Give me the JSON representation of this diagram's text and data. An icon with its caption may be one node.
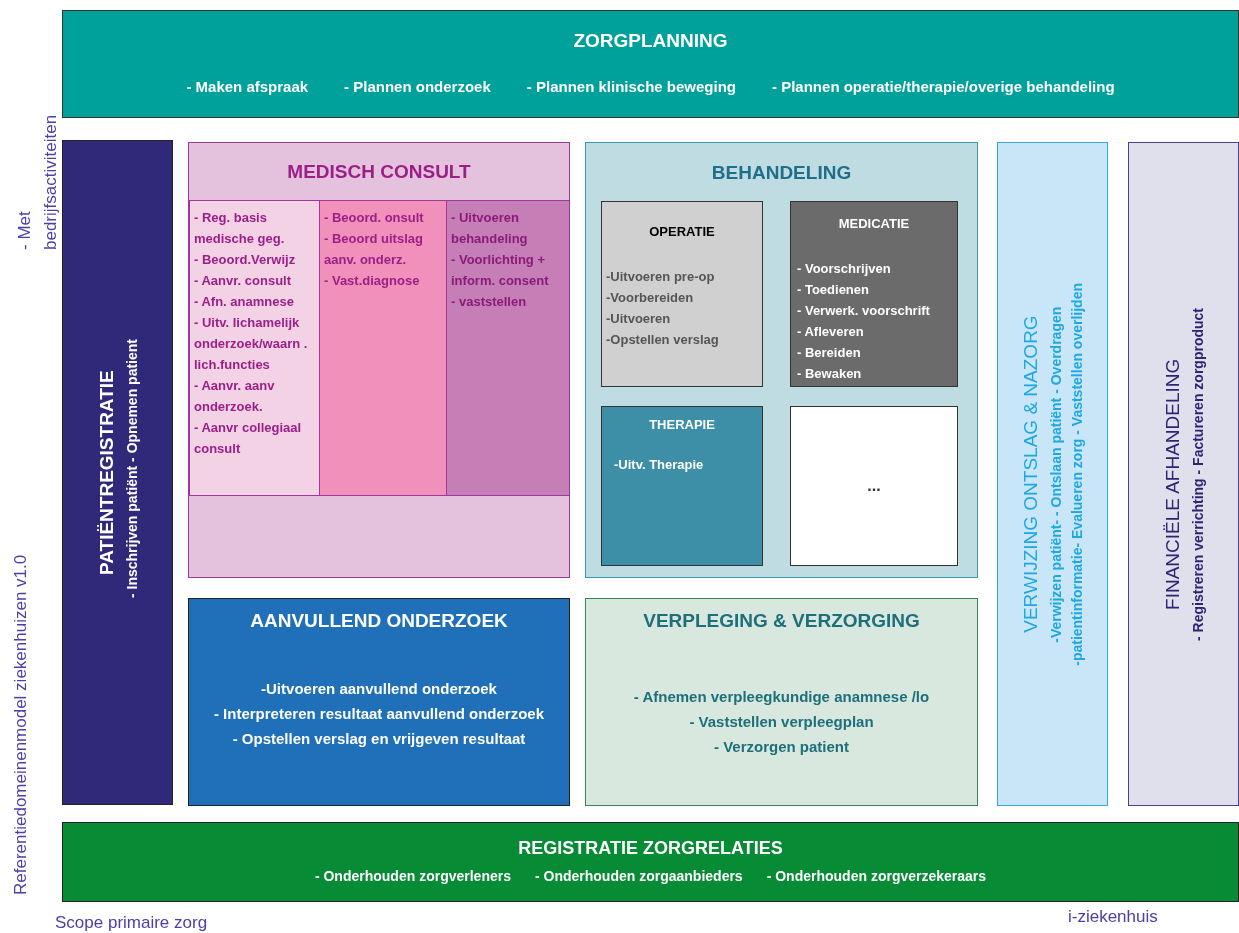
{
  "diagram": {
    "nodes": [
      {
        "text": [
          "ZORGPLANNING",
          "- Maken afspraak",
          "- Plannen onderzoek",
          "- Plannen klinische beweging",
          "-  Plannen operatie/therapie/overige behandeling"
        ]
      },
      {
        "text": [
          "PATIËNTREGISTRATIE",
          "- Inschrijven patiënt - Opnemen patient"
        ]
      },
      {
        "text": [
          "MEDISCH CONSULT"
        ]
      },
      {
        "text": [
          "- Reg. basis medische geg.",
          "- Beoord.Verwijz",
          "- Aanvr. consult",
          "- Afn. anamnese",
          "- Uitv. lichamelijk onderzoek/waarn . lich.functies",
          "- Aanvr. aanv onderzoek.",
          "- Aanvr collegiaal consult"
        ],
        "in": 2
      },
      {
        "text": [
          "- Beoord. onsult",
          "- Beoord uitslag aanv. onderz.",
          "- Vast.diagnose"
        ],
        "in": 2
      },
      {
        "text": [
          "- Uitvoeren behandeling",
          "- Voorlichting + inform. consent",
          "- vaststellen"
        ],
        "in": 2
      },
      {
        "text": [
          "BEHANDELING"
        ]
      },
      {
        "text": [
          "OPERATIE",
          "-Uitvoeren pre-op",
          "-Voorbereiden",
          "-Uitvoeren",
          "-Opstellen verslag"
        ],
        "in": 6
      },
      {
        "text": [
          "MEDICATIE",
          "- Voorschrijven",
          "- Toedienen",
          "- Verwerk. voorschrift",
          "- Afleveren",
          "- Bereiden",
          "- Bewaken"
        ],
        "in": 6
      },
      {
        "text": [
          "THERAPIE",
          "-Uitv. Therapie"
        ],
        "in": 6
      },
      {
        "text": [
          "..."
        ],
        "in": 6
      },
      {
        "text": [
          "AANVULLEND ONDERZOEK",
          "-Uitvoeren aanvullend onderzoek",
          "- Interpreteren resultaat aanvullend onderzoek",
          "- Opstellen verslag en vrijgeven resultaat"
        ]
      },
      {
        "text": [
          "VERPLEGING & VERZORGING",
          "- Afnemen verpleegkundige anamnese /lo",
          "- Vaststellen verpleegplan",
          "- Verzorgen patient"
        ]
      },
      {
        "text": [
          "VERWIJZING ONTSLAG & NAZORG",
          "-Verwijzen patiënt- - Ontslaan patiënt - Overdragen",
          "-patientinformatie- Evalueren zorg - Vaststellen overlijden"
        ]
      },
      {
        "text": [
          "FINANCIËLE AFHANDELING",
          "- Registreren verrichting - Factureren zorgproduct"
        ]
      },
      {
        "text": [
          "REGISTRATIE ZORGRELATIES",
          "- Onderhouden zorgverleners",
          "- Onderhouden zorgaanbieders",
          "- Onderhouden zorgverzekeraars"
        ]
      }
    ],
    "labels": [
      "- Met bedrijfsactiviteiten",
      "Referentiedomeinenmodel ziekenhuizen v1.0",
      "Scope primaire zorg",
      "i-ziekenhuis"
    ]
  }
}
